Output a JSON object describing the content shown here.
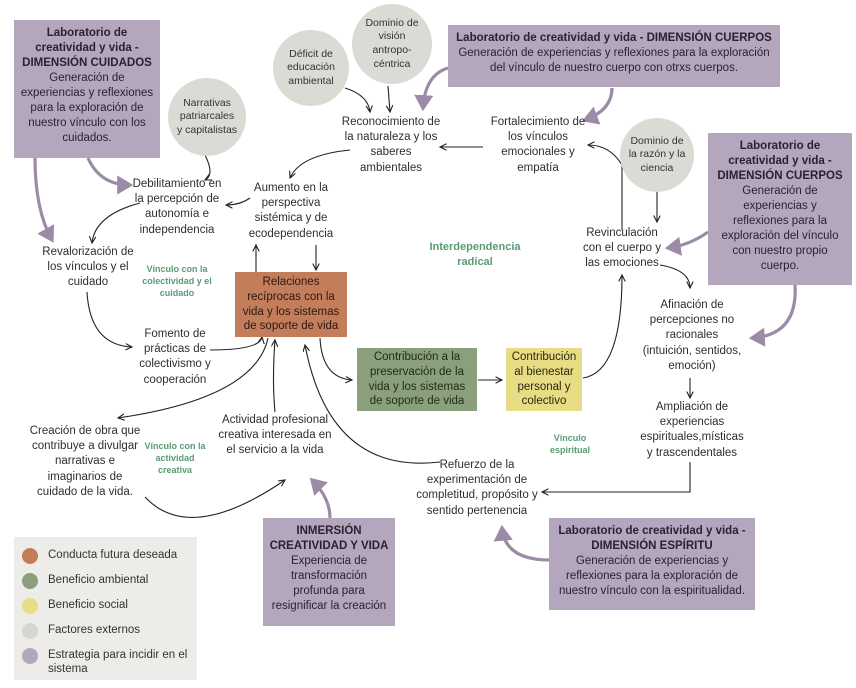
{
  "center_label": [
    "Interdependencia",
    "radical"
  ],
  "labs": {
    "cuidados": {
      "title": "Laboratorio de creatividad y vida - DIMENSIÓN CUIDADOS",
      "text": "Generación de experiencias y reflexiones para la exploración de nuestro vínculo con los cuidados."
    },
    "cuerpos_top": {
      "title": "Laboratorio de creatividad y vida - DIMENSIÓN CUERPOS",
      "text": "Generación de experiencias y reflexiones para la exploración del vínculo de nuestro cuerpo con otrxs cuerpos."
    },
    "cuerpos_right": {
      "title": "Laboratorio de creatividad y vida - DIMENSIÓN CUERPOS",
      "text": "Generación de experiencias y reflexiones para la exploración del vínculo con nuestro propio cuerpo."
    },
    "espiritu": {
      "title": "Laboratorio de creatividad y vida - DIMENSIÓN ESPÍRITU",
      "text": "Generación de experiencias y reflexiones para la exploración de nuestro vínculo con la espiritualidad."
    },
    "inmersion": {
      "title": "INMERSIÓN CREATIVIDAD Y VIDA",
      "text": "Experiencia de transformación profunda para resignificar la creación"
    }
  },
  "external": {
    "narrativas": "Narrativas patriarcales y capitalistas",
    "deficit": "Déficit de educación ambiental",
    "dominio_vision": "Dominio de visión antropo-céntrica",
    "dominio_razon": "Dominio de la razón y la ciencia"
  },
  "nodes": {
    "reconocimiento": "Reconocimiento de la naturaleza y los saberes ambientales",
    "fortalecimiento": "Fortalecimiento de los vínculos emocionales y empatía",
    "debilitamiento": "Debilitamiento en la percepción de autonomía e independencia",
    "aumento": "Aumento en la perspectiva sistémica y de ecodependencia",
    "revalorizacion": "Revalorización de los vínculos y el cuidado",
    "fomento": "Fomento de prácticas de colectivismo y cooperación",
    "revinculacion": "Revinculación con el cuerpo y las emociones",
    "afinacion": "Afinación de percepciones no racionales (intuición, sentidos, emoción)",
    "ampliacion": "Ampliación de experiencias espirituales,místicas y trascendentales",
    "refuerzo": "Refuerzo de la experimentación de completitud, propósito y sentido pertenencia",
    "creacion": "Creación de obra que contribuye a divulgar narrativas e imaginarios de cuidado de la vida.",
    "actividad": "Actividad profesional creativa interesada en el servicio a la vida"
  },
  "core": {
    "relaciones": "Relaciones recíprocas con la vida y los sistemas de soporte de vida",
    "contribucion_ambiental": "Contribución a la preservación de la vida y los sistemas de soporte de vida",
    "contribucion_social": "Contribución al bienestar personal y colectivo"
  },
  "loop_labels": {
    "colectividad": "Vínculo con la colectividad y el cuidado",
    "creativa": "Vínculo con la actividad creativa",
    "espiritual": "Vínculo espiritual"
  },
  "legend": [
    {
      "label": "Conducta futura deseada",
      "color": "#c47d5b"
    },
    {
      "label": "Beneficio ambiental",
      "color": "#8aa07c"
    },
    {
      "label": "Beneficio social",
      "color": "#e8dc84"
    },
    {
      "label": "Factores externos",
      "color": "#d8d6d1"
    },
    {
      "label": "Estrategia para incidir en el sistema",
      "color": "#b4a6bc"
    }
  ],
  "colors": {
    "purple": "#b4a6bc",
    "orange": "#c47d5b",
    "green": "#8aa07c",
    "yellow": "#e8dc84",
    "grey": "#dcdad5",
    "purple_arrow": "#9b8ba6"
  }
}
